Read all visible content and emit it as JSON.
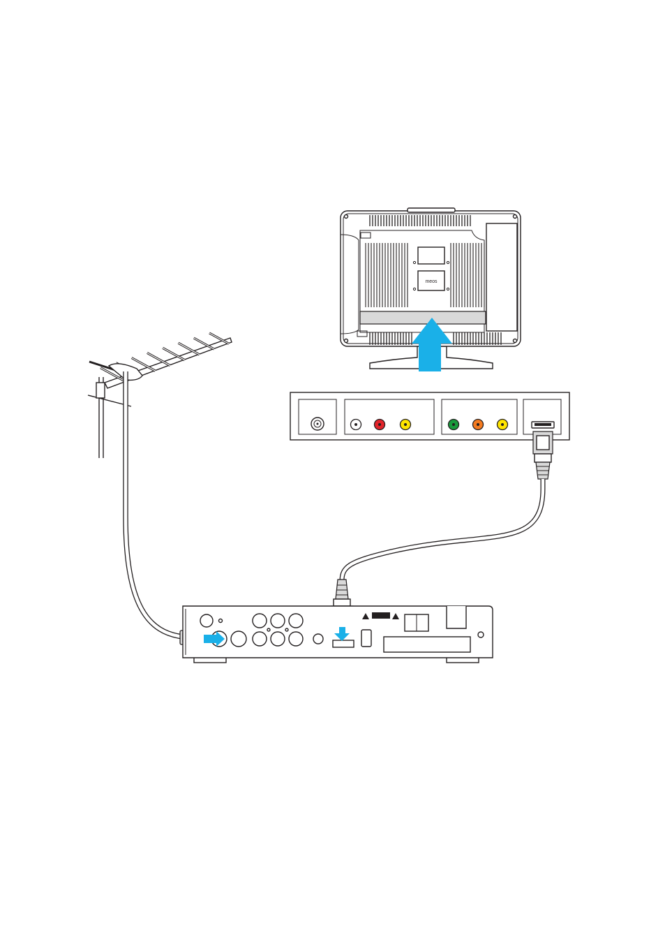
{
  "tv": {
    "logo_text": "meos"
  },
  "colors": {
    "arrow": "#1ab0e8",
    "jack_red": "#e3242b",
    "jack_yellow": "#ffe500",
    "jack_green": "#1a9a3c",
    "jack_orange": "#f47b20",
    "jack_white": "#ffffff"
  },
  "panel": {
    "composite_jacks": [
      "white",
      "red",
      "yellow"
    ],
    "component_jacks": [
      "green",
      "orange",
      "yellow"
    ]
  },
  "icons": [
    "antenna-icon",
    "tv-rear-icon",
    "hdmi-plug-icon",
    "set-top-box-icon",
    "arrow-icon"
  ]
}
